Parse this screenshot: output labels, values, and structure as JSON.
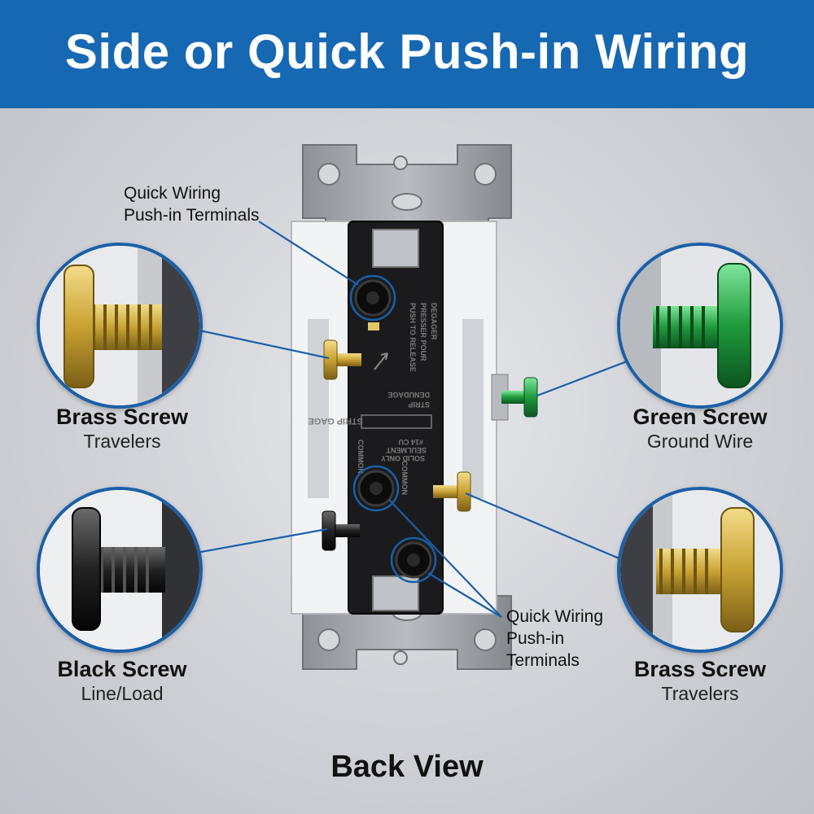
{
  "header": {
    "title": "Side or Quick Push-in Wiring"
  },
  "callouts": {
    "top_terminals": {
      "line1": "Quick Wiring",
      "line2": "Push-in Terminals"
    },
    "bottom_terminals": {
      "line1": "Quick Wiring",
      "line2": "Push-in",
      "line3": "Terminals"
    }
  },
  "screws": {
    "brass_left": {
      "title": "Brass Screw",
      "subtitle": "Travelers"
    },
    "black_left": {
      "title": "Black Screw",
      "subtitle": "Line/Load"
    },
    "green_right": {
      "title": "Green Screw",
      "subtitle": "Ground Wire"
    },
    "brass_right": {
      "title": "Brass Screw",
      "subtitle": "Travelers"
    }
  },
  "switch_labels": {
    "push_release_1": "PUSH TO RELEASE",
    "push_release_2": "PRESSER POUR",
    "push_release_3": "DEGAGER",
    "strip_1": "STRIP",
    "strip_2": "DENUDAGE",
    "gage": "STRIP GAGE",
    "wire_1": "#14 CU",
    "wire_2": "SEULMENT",
    "wire_3": "SOLID ONLY",
    "common_1": "COMMON",
    "common_2": "COMMON"
  },
  "footer": {
    "caption": "Back View"
  },
  "colors": {
    "banner": "#1668b2",
    "accent_line": "#1a5fa8",
    "brass": "#c9a233",
    "green": "#1e9a3c",
    "black_screw": "#222222"
  }
}
